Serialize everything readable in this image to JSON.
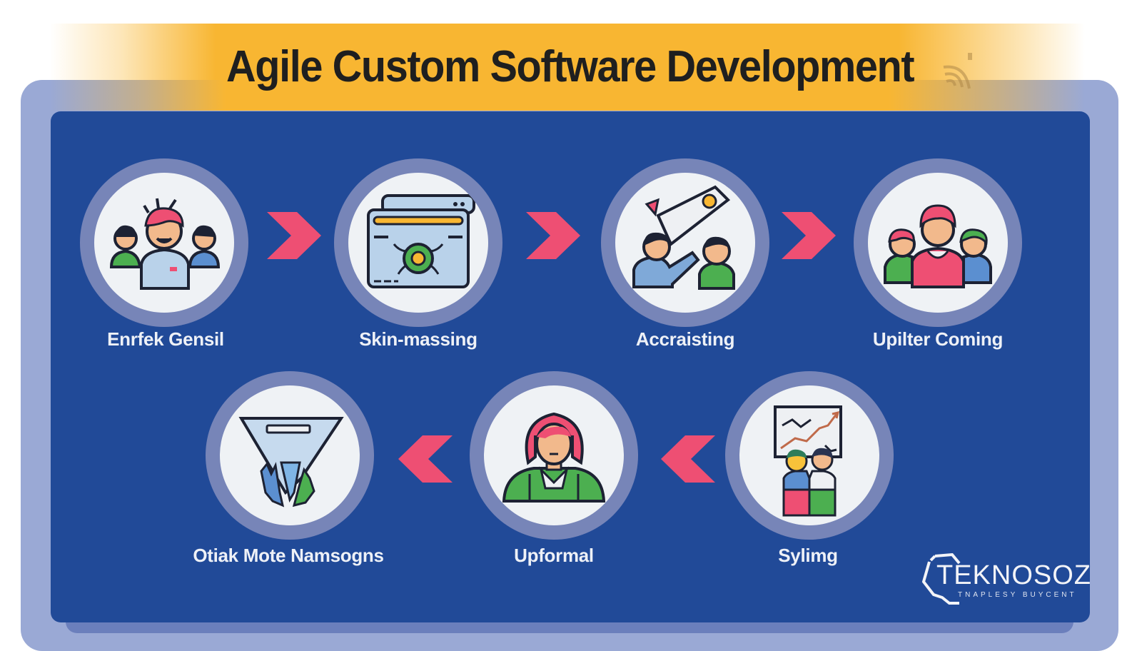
{
  "title": "Agile Custom Software Development",
  "colors": {
    "title_band": "#f8b632",
    "outer_frame": "#9aa9d5",
    "panel": "#214a98",
    "ring": "#7785b8",
    "disc": "#eff2f5",
    "arrow": "#ee4f73",
    "label": "#eef1f7"
  },
  "steps": [
    {
      "label": "Enrfek Gensil",
      "icon": "team-leader-icon"
    },
    {
      "label": "Skin-massing",
      "icon": "browser-bug-gear-icon"
    },
    {
      "label": "Accraisting",
      "icon": "people-collaboration-icon"
    },
    {
      "label": "Upilter Coming",
      "icon": "team-group-icon"
    },
    {
      "label": "Sylimg",
      "icon": "presentation-chart-icon"
    },
    {
      "label": "Upformal",
      "icon": "woman-avatar-icon"
    },
    {
      "label": "Otiak Mote Namsogns",
      "icon": "funnel-icon"
    }
  ],
  "arrows": [
    {
      "direction": "right"
    },
    {
      "direction": "right"
    },
    {
      "direction": "right"
    },
    {
      "direction": "left"
    },
    {
      "direction": "left"
    }
  ],
  "logo": {
    "name": "TEKNOSOZ",
    "tagline": "TNAPLESY BUYCENT"
  }
}
